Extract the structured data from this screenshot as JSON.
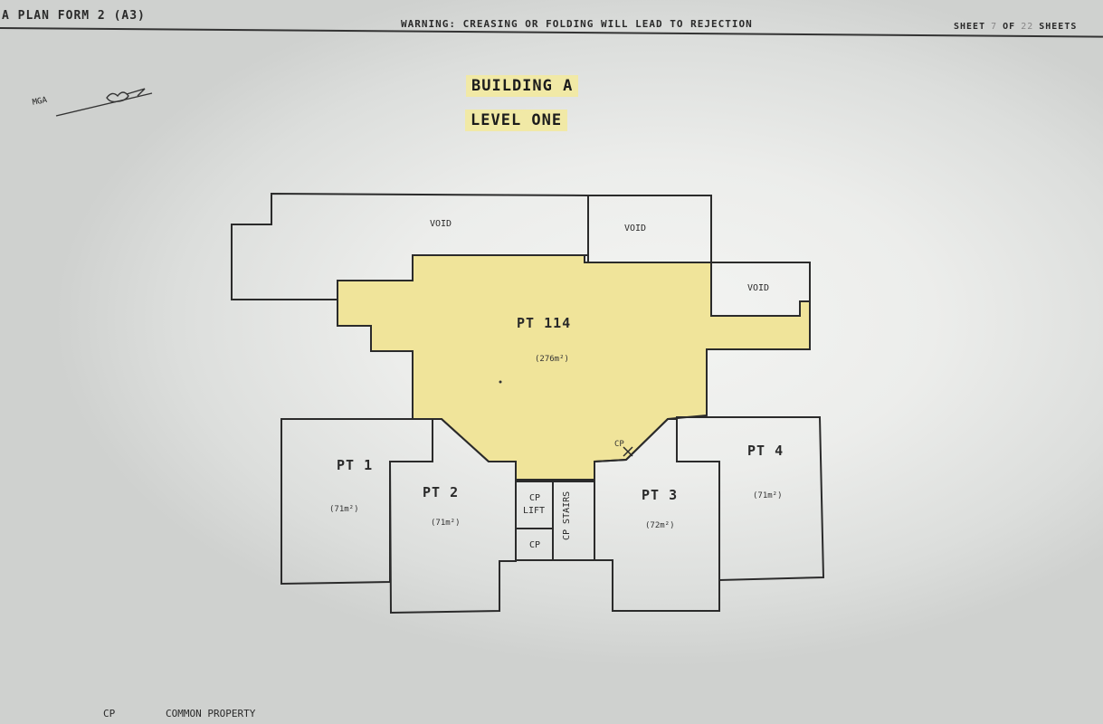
{
  "header": {
    "form_label": "A PLAN FORM 2  (A3)",
    "warning": "WARNING: CREASING OR FOLDING WILL LEAD TO REJECTION",
    "sheet_label": "SHEET",
    "sheet_number": "7",
    "of_label": "OF",
    "sheet_total": "22",
    "sheets_label": "SHEETS"
  },
  "title": {
    "building": "BUILDING A",
    "level": "LEVEL ONE"
  },
  "north_arrow": {
    "label": "MGA"
  },
  "plan": {
    "void_1": "VOID",
    "void_2": "VOID",
    "void_3": "VOID",
    "pt114_name": "PT 114",
    "pt114_area": "(276m²)",
    "pt1_name": "PT 1",
    "pt1_area": "(71m²)",
    "pt2_name": "PT 2",
    "pt2_area": "(71m²)",
    "pt3_name": "PT 3",
    "pt3_area": "(72m²)",
    "pt4_name": "PT 4",
    "pt4_area": "(71m²)",
    "cp_corner": "CP",
    "cp_lift_1": "CP",
    "cp_lift_2": "LIFT",
    "cp_lower": "CP",
    "cp_stairs": "CP  STAIRS",
    "highlight_color": "#f0e49a"
  },
  "legend": {
    "abbr": "CP",
    "meaning": "COMMON PROPERTY"
  }
}
